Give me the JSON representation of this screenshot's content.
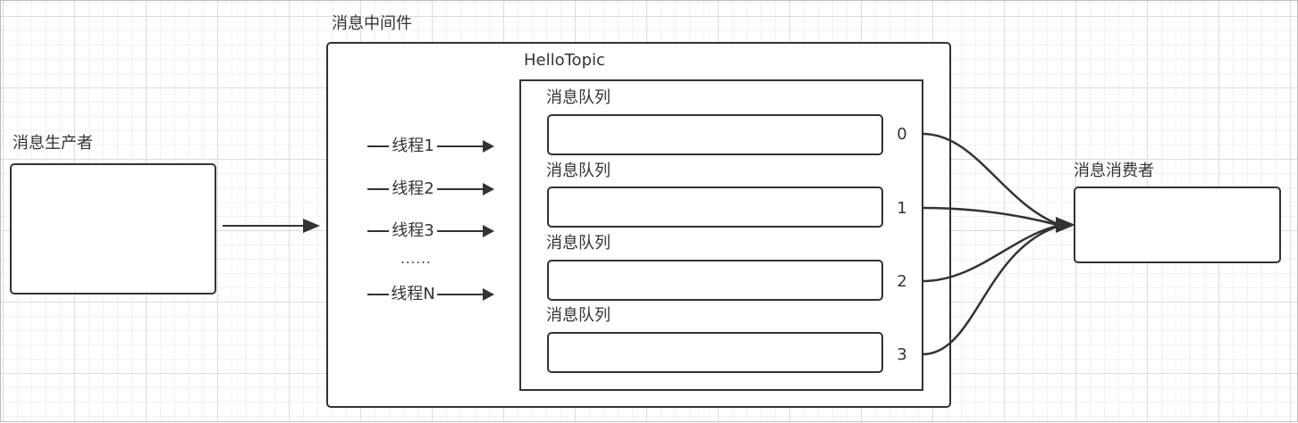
{
  "producer": {
    "label": "消息生产者"
  },
  "middleware": {
    "label": "消息中间件"
  },
  "topic": {
    "label": "HelloTopic"
  },
  "threads": [
    "线程1",
    "线程2",
    "线程3",
    "线程N"
  ],
  "threads_ellipsis": "......",
  "queues": [
    {
      "label": "消息队列",
      "index": "0"
    },
    {
      "label": "消息队列",
      "index": "1"
    },
    {
      "label": "消息队列",
      "index": "2"
    },
    {
      "label": "消息队列",
      "index": "3"
    }
  ],
  "consumer": {
    "label": "消息消费者"
  }
}
